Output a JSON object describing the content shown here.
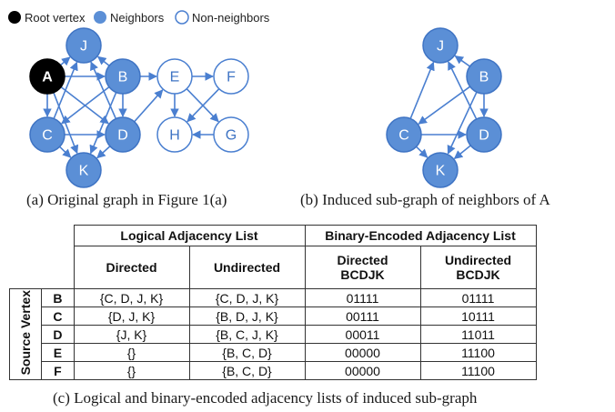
{
  "legend": {
    "root": "Root vertex",
    "neighbors": "Neighbors",
    "non_neighbors": "Non-neighbors"
  },
  "colors": {
    "root": "#000000",
    "neighbor_fill": "#5b8fd6",
    "edge": "#4a7fd0",
    "non_neighbor_stroke": "#4a7fd0"
  },
  "graph_a": {
    "nodes": [
      {
        "id": "A",
        "type": "root"
      },
      {
        "id": "J",
        "type": "neighbor"
      },
      {
        "id": "B",
        "type": "neighbor"
      },
      {
        "id": "C",
        "type": "neighbor"
      },
      {
        "id": "D",
        "type": "neighbor"
      },
      {
        "id": "K",
        "type": "neighbor"
      },
      {
        "id": "E",
        "type": "non"
      },
      {
        "id": "F",
        "type": "non"
      },
      {
        "id": "H",
        "type": "non"
      },
      {
        "id": "G",
        "type": "non"
      }
    ],
    "edges": [
      [
        "A",
        "J"
      ],
      [
        "A",
        "B"
      ],
      [
        "A",
        "C"
      ],
      [
        "A",
        "D"
      ],
      [
        "A",
        "K"
      ],
      [
        "B",
        "J"
      ],
      [
        "B",
        "C"
      ],
      [
        "B",
        "D"
      ],
      [
        "B",
        "K"
      ],
      [
        "B",
        "E"
      ],
      [
        "C",
        "J"
      ],
      [
        "C",
        "D"
      ],
      [
        "C",
        "K"
      ],
      [
        "D",
        "J"
      ],
      [
        "D",
        "K"
      ],
      [
        "D",
        "E"
      ],
      [
        "E",
        "F"
      ],
      [
        "E",
        "H"
      ],
      [
        "E",
        "G"
      ],
      [
        "F",
        "H"
      ],
      [
        "G",
        "H"
      ]
    ]
  },
  "graph_b": {
    "nodes": [
      {
        "id": "J",
        "type": "neighbor"
      },
      {
        "id": "B",
        "type": "neighbor"
      },
      {
        "id": "C",
        "type": "neighbor"
      },
      {
        "id": "D",
        "type": "neighbor"
      },
      {
        "id": "K",
        "type": "neighbor"
      }
    ],
    "edges": [
      [
        "B",
        "J"
      ],
      [
        "B",
        "C"
      ],
      [
        "B",
        "D"
      ],
      [
        "B",
        "K"
      ],
      [
        "C",
        "J"
      ],
      [
        "C",
        "D"
      ],
      [
        "C",
        "K"
      ],
      [
        "D",
        "J"
      ],
      [
        "D",
        "K"
      ]
    ]
  },
  "captions": {
    "a": "(a) Original graph in Figure 1(a)",
    "b": "(b) Induced sub-graph of neighbors of A",
    "c": "(c) Logical and binary-encoded adjacency lists of induced sub-graph"
  },
  "table": {
    "group_logical": "Logical Adjacency List",
    "group_binary": "Binary-Encoded Adjacency List",
    "col_directed": "Directed",
    "col_undirected": "Undirected",
    "col_bin_directed": "Directed BCDJK",
    "col_bin_undirected": "Undirected BCDJK",
    "row_header": "Source Vertex",
    "rows": [
      {
        "src": "B",
        "dir": "{C, D, J, K}",
        "undir": "{C, D, J, K}",
        "bdir": "01111",
        "bundir": "01111"
      },
      {
        "src": "C",
        "dir": "{D, J, K}",
        "undir": "{B, D, J, K}",
        "bdir": "00111",
        "bundir": "10111"
      },
      {
        "src": "D",
        "dir": "{J, K}",
        "undir": "{B, C, J, K}",
        "bdir": "00011",
        "bundir": "11011"
      },
      {
        "src": "E",
        "dir": "{}",
        "undir": "{B, C, D}",
        "bdir": "00000",
        "bundir": "11100"
      },
      {
        "src": "F",
        "dir": "{}",
        "undir": "{B, C, D}",
        "bdir": "00000",
        "bundir": "11100"
      }
    ]
  }
}
